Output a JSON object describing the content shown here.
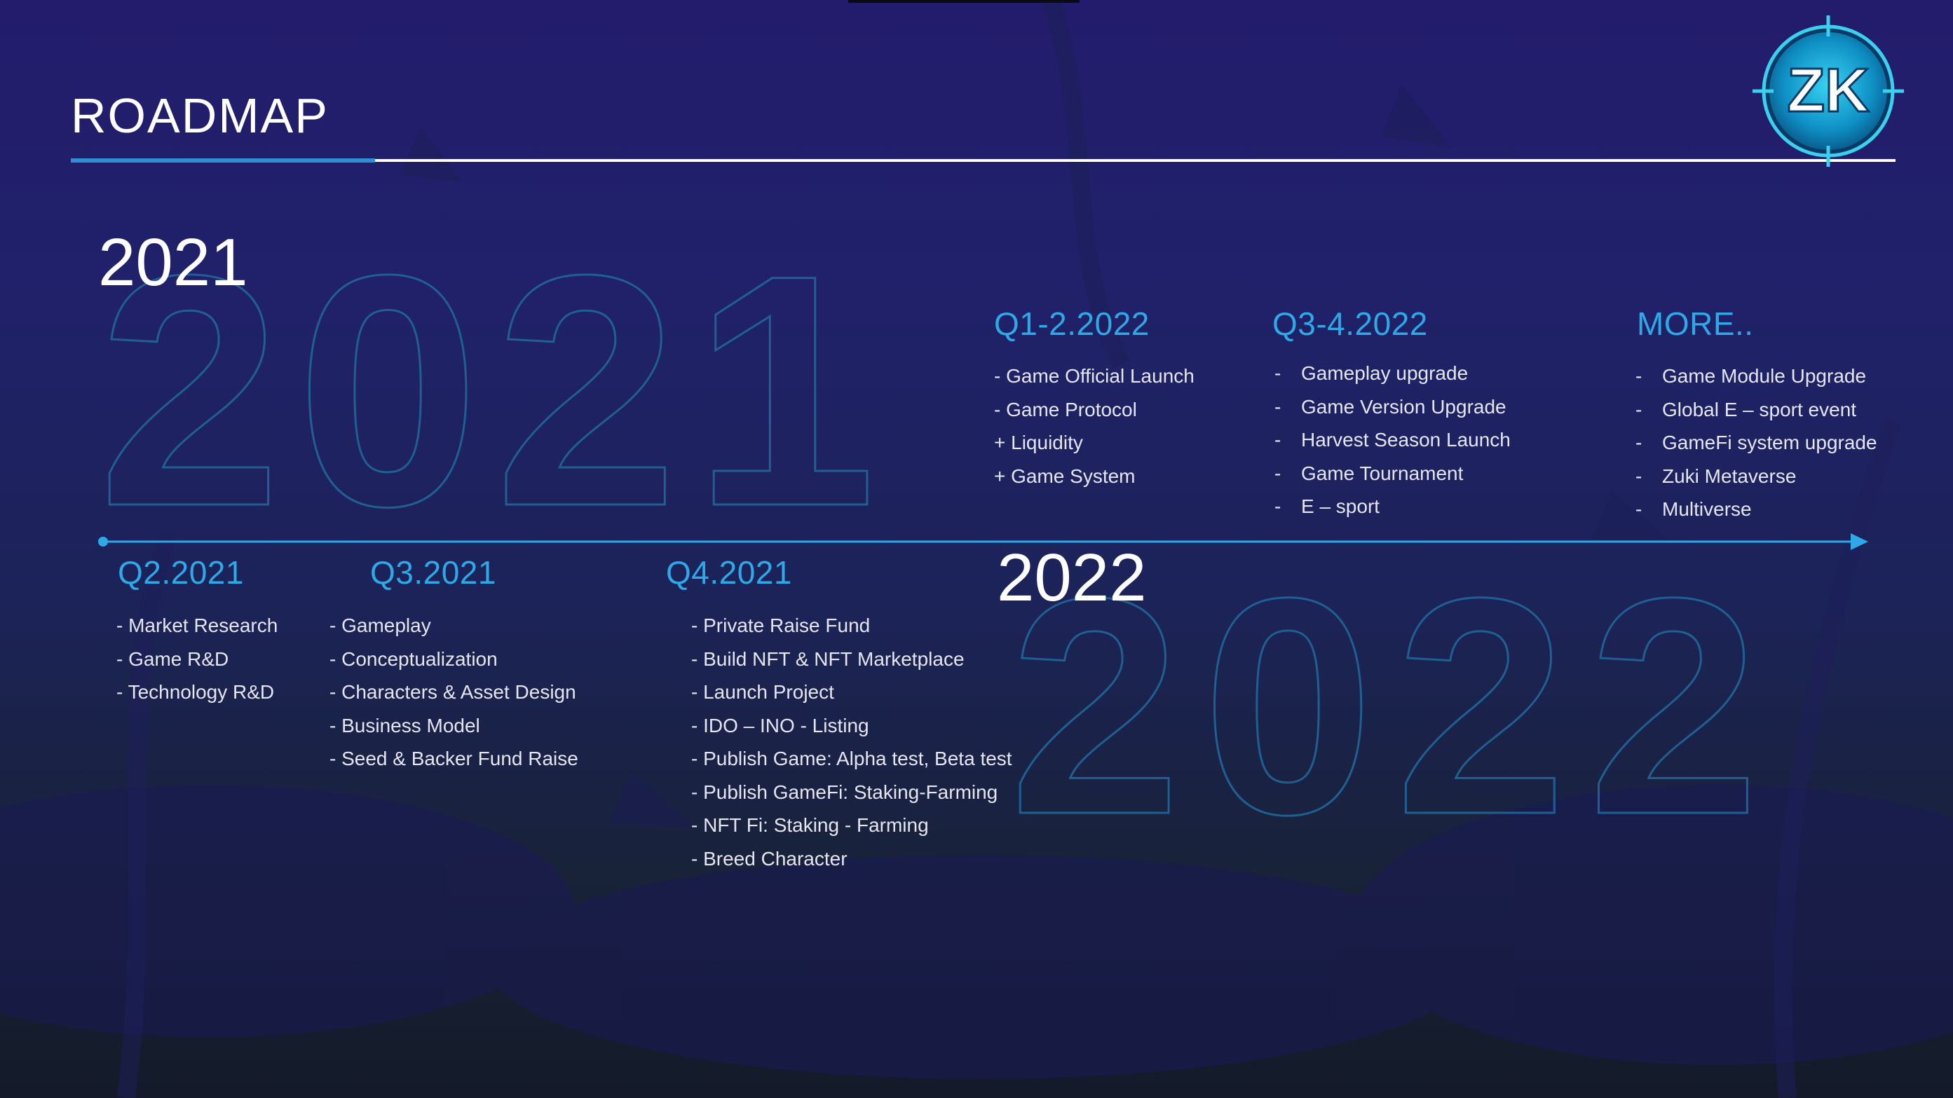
{
  "header": {
    "title": "ROADMAP",
    "logo_text": "ZK"
  },
  "years": {
    "y2021": "2021",
    "y2022": "2022",
    "outline_2021": "2021",
    "outline_2022": "2022"
  },
  "colors": {
    "accent": "#2ea8e6",
    "rule_accent": "#2f8fd4",
    "text": "#ffffff"
  },
  "phases": [
    {
      "heading": "Q2.2021",
      "items": [
        "- Market Research",
        "- Game R&D",
        "- Technology R&D"
      ]
    },
    {
      "heading": "Q3.2021",
      "items": [
        "- Gameplay",
        "- Conceptualization",
        "- Characters & Asset Design",
        "- Business Model",
        "- Seed & Backer Fund Raise"
      ]
    },
    {
      "heading": "Q4.2021",
      "items": [
        "- Private Raise Fund",
        "- Build NFT & NFT Marketplace",
        "- Launch Project",
        "- IDO – INO - Listing",
        "- Publish Game: Alpha test, Beta test",
        "- Publish GameFi: Staking-Farming",
        "- NFT Fi: Staking - Farming",
        "- Breed Character"
      ]
    },
    {
      "heading": "Q1-2.2022",
      "items": [
        "- Game Official Launch",
        "- Game Protocol",
        "+ Liquidity",
        "+ Game System"
      ]
    },
    {
      "heading": "Q3-4.2022",
      "items": [
        "Gameplay upgrade",
        "Game Version Upgrade",
        "Harvest Season Launch",
        "Game Tournament",
        "E – sport"
      ]
    },
    {
      "heading": "MORE..",
      "items": [
        "Game Module Upgrade",
        "Global E – sport event",
        "GameFi system upgrade",
        "Zuki Metaverse",
        "Multiverse"
      ]
    }
  ]
}
